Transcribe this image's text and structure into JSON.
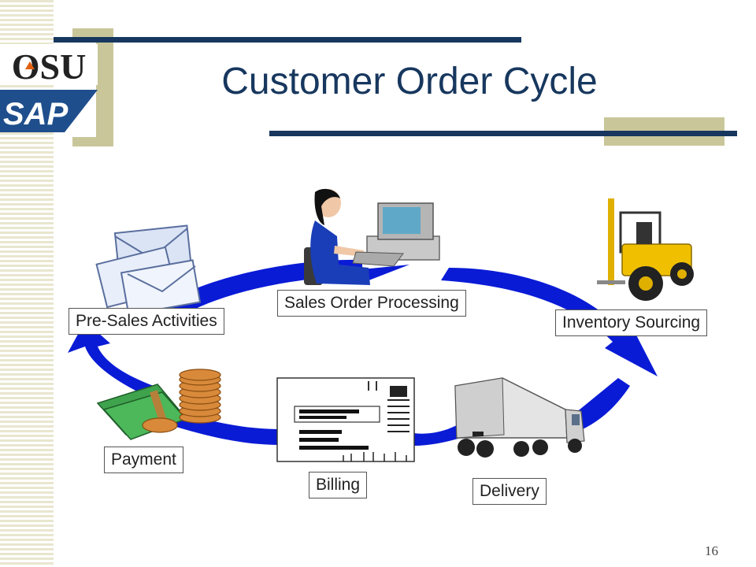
{
  "slide": {
    "title": "Customer Order Cycle",
    "page_number": "16"
  },
  "logo": {
    "top_text": "OSU",
    "bottom_text": "SAP"
  },
  "steps": [
    {
      "label": "Sales Order Processing",
      "icon": "person-at-computer-icon"
    },
    {
      "label": "Inventory Sourcing",
      "icon": "forklift-icon"
    },
    {
      "label": "Delivery",
      "icon": "delivery-truck-icon"
    },
    {
      "label": "Billing",
      "icon": "invoice-document-icon"
    },
    {
      "label": "Payment",
      "icon": "money-coins-icon"
    },
    {
      "label": "Pre-Sales Activities",
      "icon": "envelopes-icon"
    }
  ],
  "colors": {
    "title": "#17375e",
    "arrow": "#0a1bd6",
    "accent_olive": "#c9c69a"
  }
}
